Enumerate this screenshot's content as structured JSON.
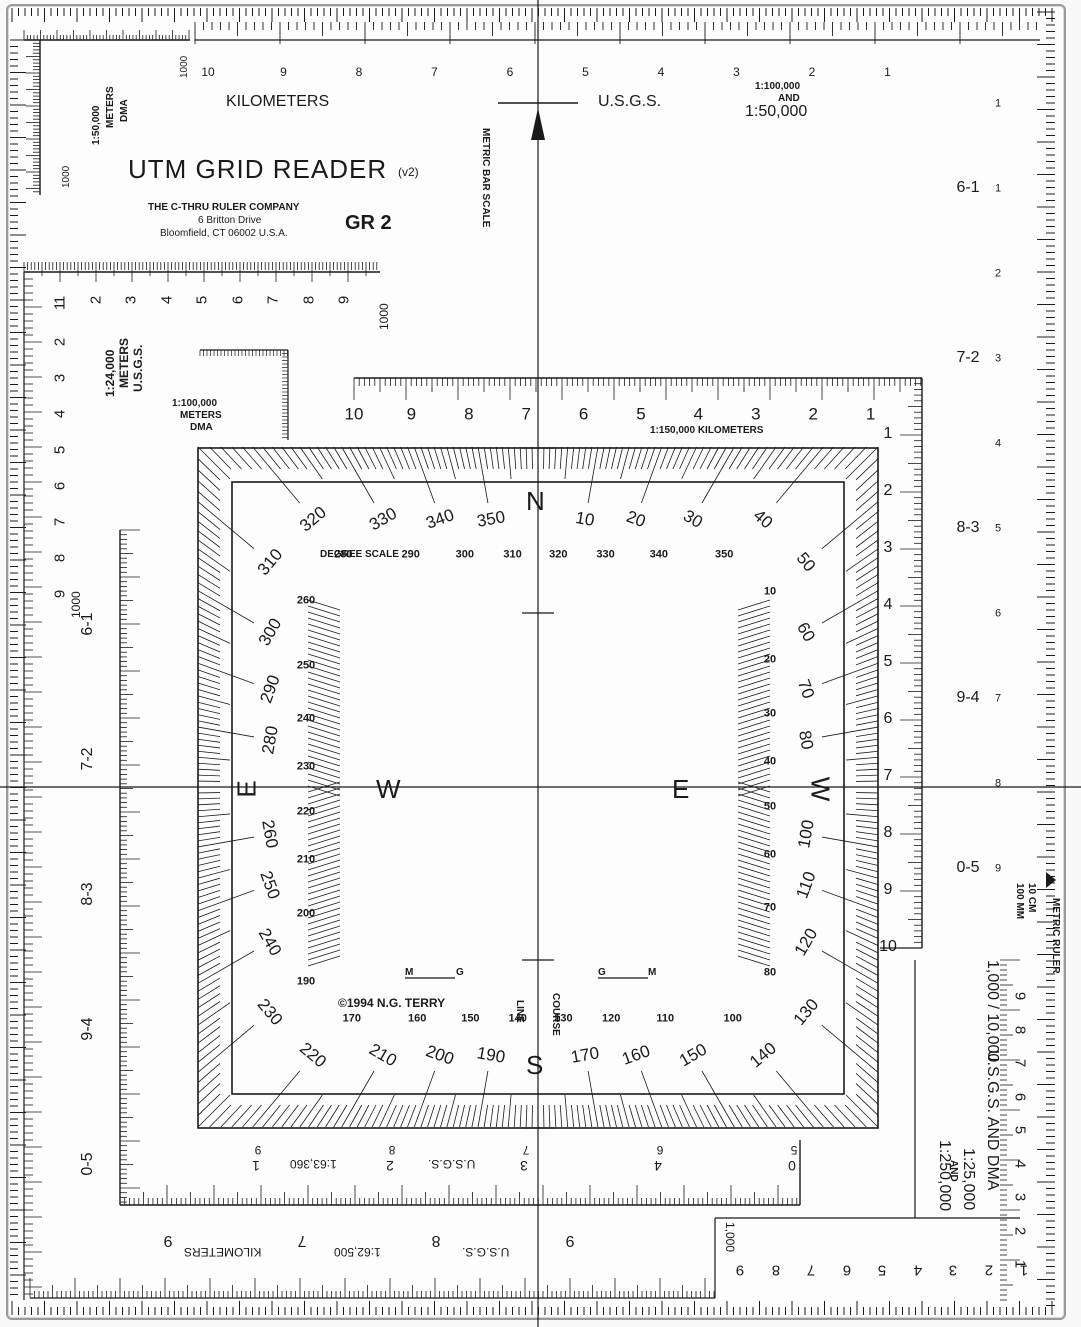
{
  "title": "UTM GRID READER",
  "version": "(v2)",
  "company": {
    "name": "THE C-THRU RULER COMPANY",
    "address1": "6 Britton Drive",
    "address2": "Bloomfield, CT 06002 U.S.A."
  },
  "model": "GR 2",
  "labels": {
    "kilometers": "KILOMETERS",
    "usgs": "U.S.G.S.",
    "scale_100k_and": "1:100,000",
    "and": "AND",
    "scale_50k": "1:50,000",
    "meters_dma_50k": "1:50,000",
    "meters": "METERS",
    "dma": "DMA",
    "metric_bar_scale": "METRIC BAR SCALE",
    "scale_24k": "1:24,000",
    "usgs_short": "U.S.G.S.",
    "scale_100k_meters": "1:100,000",
    "scale_150k_km": "1:150,000 KILOMETERS",
    "degree_scale": "DEGREE SCALE",
    "m_to_g": "M",
    "g_to_m": "G",
    "copyright": "©1994 N.G. TERRY",
    "line": "LINE",
    "course": "COURSE",
    "metric_ruler": "METRIC RULER",
    "cm": "10 CM",
    "mm": "100 MM",
    "scale_10000": "1,000 / 10,000",
    "usgs_and_dma": "U.S.G.S. AND DMA",
    "scale_25k": "1:25,000",
    "scale_250k": "1:250,000",
    "scale_63360": "1:63,360",
    "scale_62500": "1:62,500",
    "thousand": "1000",
    "one_thousand": "1,000"
  },
  "cardinals": {
    "n": "N",
    "s": "S",
    "e": "E",
    "w": "W"
  },
  "outer_degrees": [
    "10",
    "20",
    "30",
    "40",
    "50",
    "60",
    "70",
    "80",
    "100",
    "110",
    "120",
    "130",
    "140",
    "150",
    "160",
    "170",
    "190",
    "200",
    "210",
    "220",
    "230",
    "240",
    "250",
    "260",
    "280",
    "290",
    "300",
    "310",
    "320",
    "330",
    "340",
    "350"
  ],
  "inner_degrees": [
    "320",
    "330",
    "340",
    "350",
    "10",
    "20",
    "30",
    "40",
    "50",
    "60",
    "70",
    "80",
    "100",
    "110",
    "120",
    "130",
    "140",
    "150",
    "160",
    "170",
    "190",
    "200",
    "210",
    "220",
    "230",
    "240",
    "250",
    "260",
    "280",
    "290",
    "300",
    "310"
  ],
  "ruler_km": [
    "10",
    "9",
    "8",
    "7",
    "6",
    "5",
    "4",
    "3",
    "2",
    "1"
  ],
  "left_scale": [
    "1",
    "2",
    "3",
    "4",
    "5",
    "6",
    "7",
    "8",
    "9"
  ],
  "right_scale": [
    "1",
    "2",
    "3",
    "4",
    "5",
    "6",
    "7",
    "8",
    "9",
    "10"
  ],
  "side_pairs": [
    "6-1",
    "7-2",
    "8-3",
    "9-4",
    "0-5"
  ]
}
